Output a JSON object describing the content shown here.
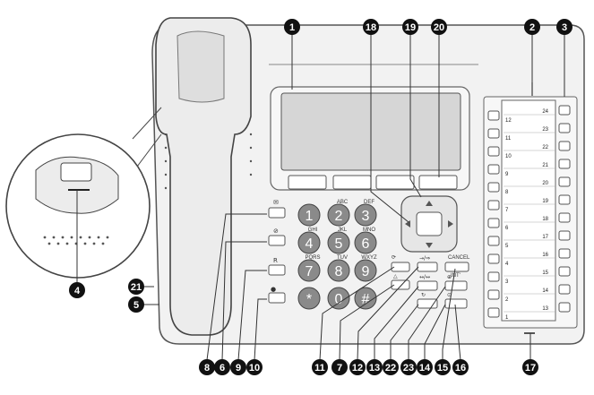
{
  "keypad": [
    {
      "digit": "1",
      "letters": ""
    },
    {
      "digit": "2",
      "letters": "ABC"
    },
    {
      "digit": "3",
      "letters": "DEF"
    },
    {
      "digit": "4",
      "letters": "GHI"
    },
    {
      "digit": "5",
      "letters": "JKL"
    },
    {
      "digit": "6",
      "letters": "MNO"
    },
    {
      "digit": "7",
      "letters": "PQRS"
    },
    {
      "digit": "8",
      "letters": "TUV"
    },
    {
      "digit": "9",
      "letters": "WXYZ"
    },
    {
      "digit": "*",
      "letters": ""
    },
    {
      "digit": "0",
      "letters": ""
    },
    {
      "digit": "#",
      "letters": ""
    }
  ],
  "labels": {
    "cancel": "CANCEL",
    "int": "INT'"
  },
  "dss": {
    "left": [
      "12",
      "11",
      "10",
      "9",
      "8",
      "7",
      "6",
      "5",
      "4",
      "3",
      "2",
      "1"
    ],
    "right": [
      "24",
      "23",
      "22",
      "21",
      "20",
      "19",
      "18",
      "17",
      "16",
      "15",
      "14",
      "13"
    ]
  },
  "callouts": [
    "1",
    "2",
    "3",
    "4",
    "5",
    "6",
    "7",
    "8",
    "9",
    "10",
    "11",
    "12",
    "13",
    "14",
    "15",
    "16",
    "17",
    "18",
    "19",
    "20",
    "21",
    "22",
    "23"
  ]
}
